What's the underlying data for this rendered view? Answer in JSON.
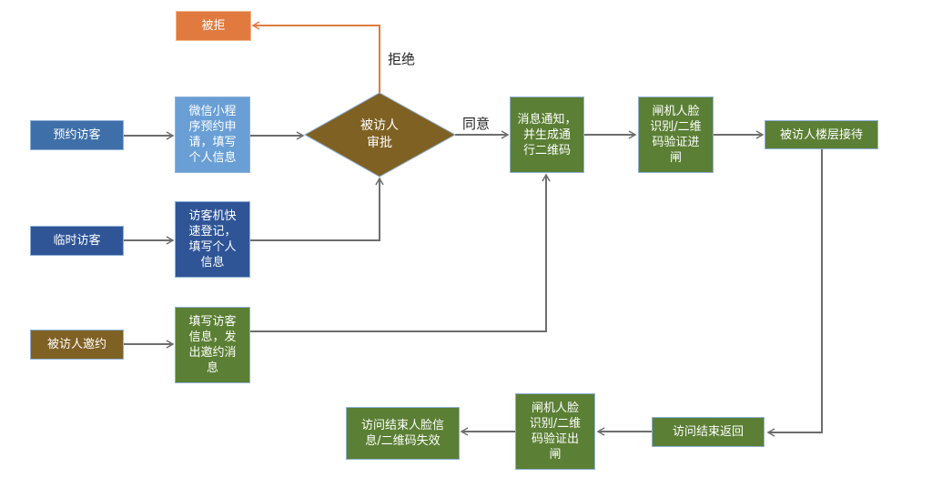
{
  "nodes": {
    "rejected": "被拒",
    "appointment_visitor": "预约访客",
    "temp_visitor": "临时访客",
    "host_invite": "被访人邀约",
    "wechat_apply": "微信小程\n序预约申\n请，填写\n个人信息",
    "kiosk_register": "访客机快\n速登记，\n填写个人\n信息",
    "fill_invite": "填写访客\n信息，发\n出邀约消\n息",
    "host_approval": "被访人\n审批",
    "notify_qr": "消息通知，\n并生成通\n行二维码",
    "gate_in": "闸机人脸\n识别/二维\n码验证进\n闸",
    "host_reception": "被访人楼层接待",
    "visit_end_return": "访问结束返回",
    "gate_out": "闸机人脸\n识别/二维\n码验证出\n闸",
    "invalidate": "访问结束人脸信\n息/二维码失效"
  },
  "edge_labels": {
    "reject": "拒绝",
    "agree": "同意"
  },
  "colors": {
    "blue_dark": "#3f6fa8",
    "blue_light": "#6a9fd6",
    "navy": "#2f5597",
    "olive": "#7f6124",
    "green": "#5b7f34",
    "orange": "#e07a3e",
    "edge": "#6d6d6d",
    "reject_edge": "#e07a3e"
  }
}
